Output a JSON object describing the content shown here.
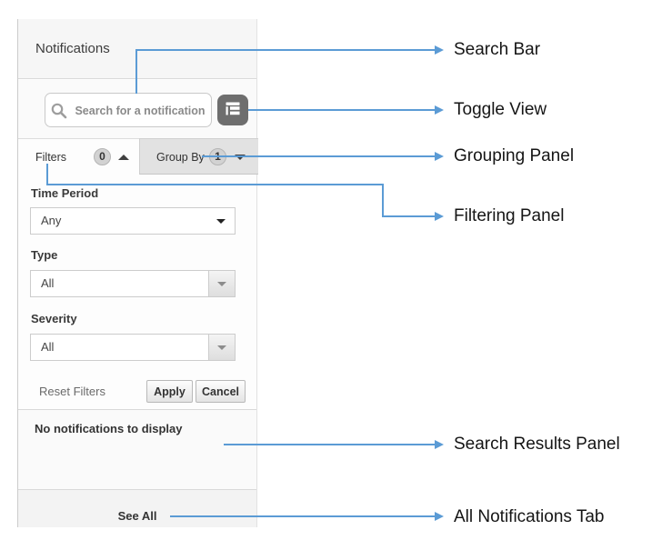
{
  "panel": {
    "title": "Notifications",
    "search": {
      "placeholder": "Search for a notification"
    },
    "tabs": {
      "filters": {
        "label": "Filters",
        "badge": "0"
      },
      "group_by": {
        "label": "Group By",
        "badge": "1"
      }
    },
    "filter_form": {
      "time_period_label": "Time Period",
      "time_period_value": "Any",
      "type_label": "Type",
      "type_value": "All",
      "severity_label": "Severity",
      "severity_value": "All",
      "reset_label": "Reset Filters",
      "apply_label": "Apply",
      "cancel_label": "Cancel"
    },
    "results": {
      "empty_message": "No notifications to display"
    },
    "footer": {
      "see_all_label": "See All"
    }
  },
  "callouts": [
    {
      "id": "search-bar",
      "label": "Search Bar"
    },
    {
      "id": "toggle-view",
      "label": "Toggle View"
    },
    {
      "id": "grouping-panel",
      "label": "Grouping Panel"
    },
    {
      "id": "filtering-panel",
      "label": "Filtering Panel"
    },
    {
      "id": "search-results-panel",
      "label": "Search Results Panel"
    },
    {
      "id": "all-notifications-tab",
      "label": "All Notifications Tab"
    }
  ],
  "icons": {
    "search": "magnifier",
    "toggle_view": "tree-list",
    "filters_caret": "up-triangle",
    "group_by_caret": "down-triangle",
    "select_caret": "down-triangle",
    "callout_arrow": "right-arrowhead"
  },
  "colors": {
    "callout_blue": "#5b9bd5",
    "toggle_button_gray": "#6e6e6e",
    "panel_header_gray": "#f6f6f6",
    "inactive_tab_gray": "#e2e2e2"
  }
}
